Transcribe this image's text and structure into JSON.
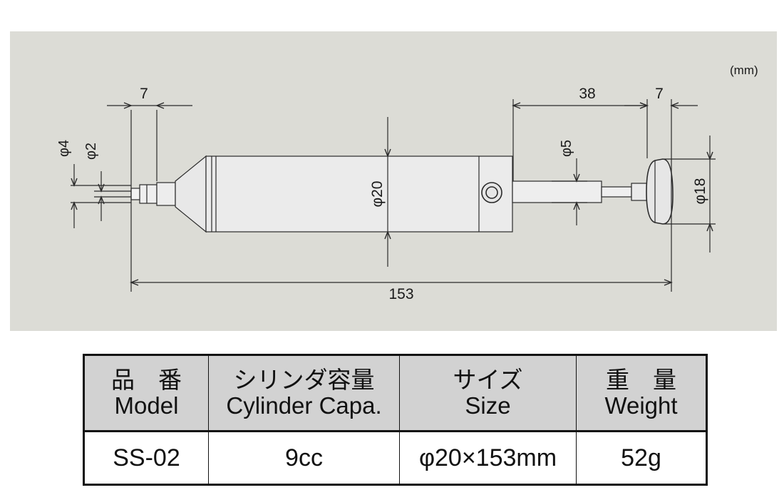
{
  "drawing": {
    "unit_label": "(mm)",
    "dims": {
      "tip_length": "7",
      "tip_outer_dia": "φ4",
      "tip_inner_dia": "φ2",
      "body_dia": "φ20",
      "plunger_travel": "38",
      "knob_length": "7",
      "rod_dia": "φ5",
      "knob_dia": "φ18",
      "total_length": "153"
    },
    "colors": {
      "panel": "#dcdcd6",
      "line": "#2a2a2a",
      "body": "#ececec"
    }
  },
  "table": {
    "headers": [
      {
        "jp": "品　番",
        "en": "Model"
      },
      {
        "jp": "シリンダ容量",
        "en": "Cylinder Capa."
      },
      {
        "jp": "サイズ",
        "en": "Size"
      },
      {
        "jp": "重　量",
        "en": "Weight"
      }
    ],
    "row": [
      "SS-02",
      "9cc",
      "φ20×153mm",
      "52g"
    ]
  }
}
